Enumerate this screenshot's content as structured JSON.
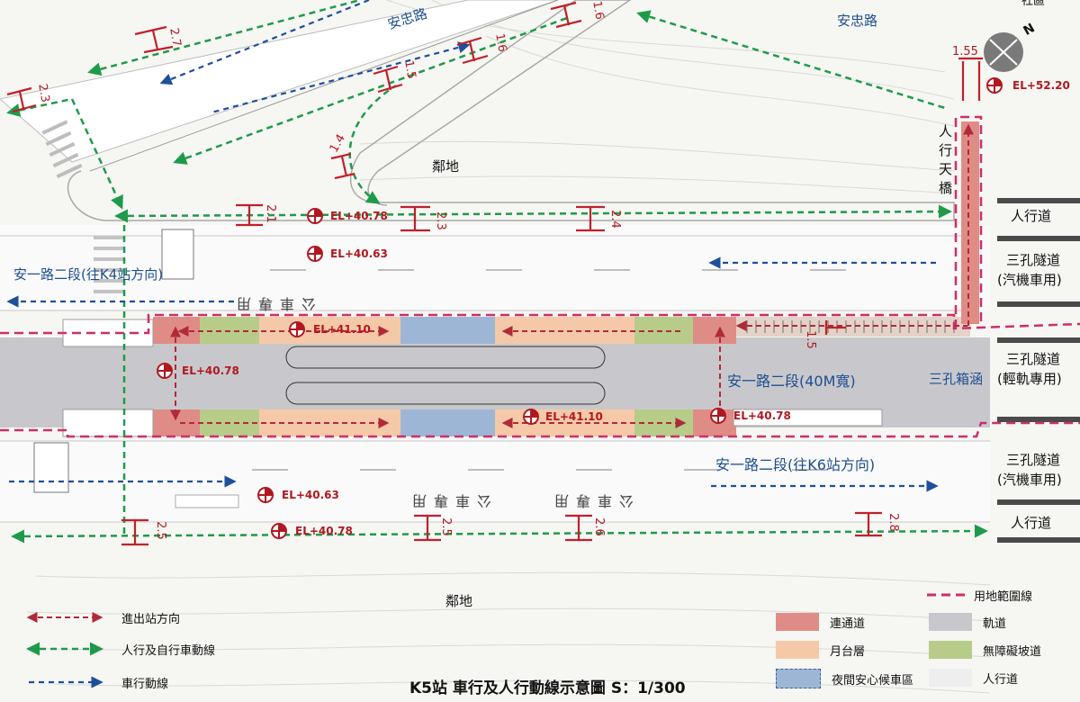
{
  "title": "K5站  車行及人行動線示意圖    S：1/300",
  "roads": {
    "anzhong_left": "安忠路",
    "anzhong_right": "安忠路",
    "anyi_to_k4": "安一路二段(往K4站方向)",
    "anyi_main": "安一路二段(40M寬)",
    "anyi_to_k6": "安一路二段(往K6站方向)",
    "neighbor_top": "鄰地",
    "neighbor_bottom": "鄰地",
    "box_culvert": "三孔箱涵",
    "overpass": "人行天橋",
    "top_right_cut": "社區"
  },
  "right_labels": {
    "sidewalk_top": "人行道",
    "tunnel_car_top_1": "三孔隧道",
    "tunnel_car_top_2": "(汽機車用)",
    "tunnel_lrt_1": "三孔隧道",
    "tunnel_lrt_2": "(輕軌專用)",
    "tunnel_car_bot_1": "三孔隧道",
    "tunnel_car_bot_2": "(汽機車用)",
    "sidewalk_bot": "人行道"
  },
  "elevations": {
    "ne_corner": "EL+52.20",
    "top_a": "EL+40.78",
    "top_b": "EL+40.63",
    "plat_top": "EL+41.10",
    "plat_bottom": "EL+41.10",
    "left_mid": "EL+40.78",
    "right_mid": "EL+40.78",
    "bot_a": "EL+40.63",
    "bot_b": "EL+40.78"
  },
  "dimensions": {
    "d27": "2.7",
    "d23a": "2.3",
    "d16a": "1.6",
    "d16b": "1.6",
    "d15a": "1.5",
    "d14": "1.4",
    "d155": "1.55",
    "d21": "2.1",
    "d23b": "2.3",
    "d24": "2.4",
    "d15b": "1.5",
    "d25a": "2.5",
    "d25b": "2.5",
    "d26": "2.6",
    "d28": "2.8"
  },
  "road_markings": {
    "top_mirrored": "公車專用",
    "bottom_1": "公車專用",
    "bottom_2": "公車專用"
  },
  "legend": {
    "station_flow": "進出站方向",
    "ped_bike_flow": "人行及自行車動線",
    "vehicle_flow": "車行動線",
    "boundary": "用地範圍線",
    "connector": "連通道",
    "track": "軌道",
    "platform": "月台層",
    "ramp": "無障礙坡道",
    "night_safe": "夜間安心候車區",
    "sidewalk": "人行道"
  },
  "colors": {
    "connector": "#e08c86",
    "platform": "#f5c9a8",
    "track": "#c8c8cc",
    "ramp": "#b8cc8a",
    "night_safe": "#9eb6d6",
    "boundary": "#cc2f6a",
    "ped_flow": "#1f9a4a",
    "vehicle_flow": "#1f4f9a",
    "station_flow": "#b02a3a",
    "dimension": "#c0202a"
  }
}
